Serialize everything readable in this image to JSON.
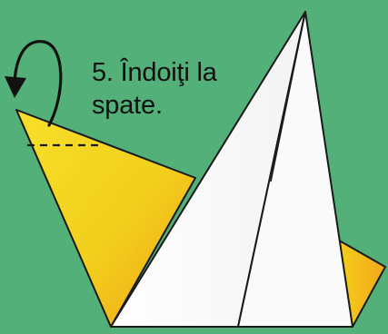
{
  "instruction": {
    "line1": "5. Îndoiţi la",
    "line2": "spate."
  },
  "colors": {
    "background": "#54b079",
    "paper_yellow": "#f2d51c",
    "paper_orange": "#f0a81a",
    "paper_white": "#ffffff",
    "outline": "#1a1a1a"
  },
  "icons": [
    "fold-back-arrow-icon",
    "fold-line-dashed"
  ]
}
